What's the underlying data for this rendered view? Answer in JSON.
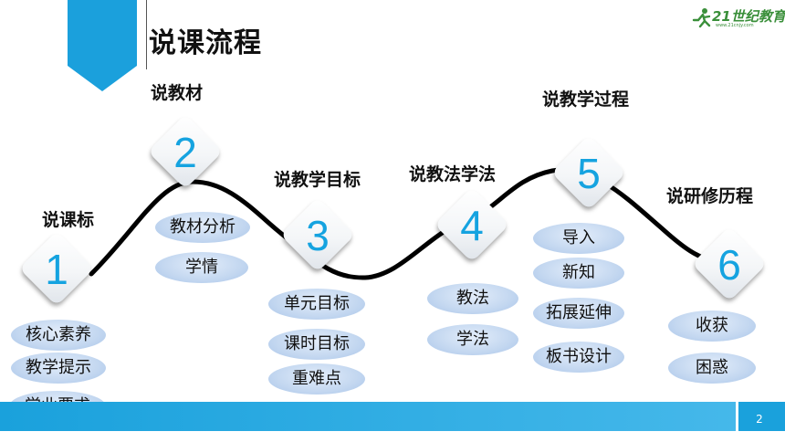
{
  "slide": {
    "title": "说课流程",
    "page_number": "2"
  },
  "logo": {
    "text": "21世纪教育",
    "url": "www.21cnjy.com"
  },
  "steps": [
    {
      "number": "1",
      "heading": "说课标",
      "items": [
        "核心素养",
        "教学提示",
        "学业要求"
      ]
    },
    {
      "number": "2",
      "heading": "说教材",
      "items": [
        "教材分析",
        "学情"
      ]
    },
    {
      "number": "3",
      "heading": "说教学目标",
      "items": [
        "单元目标",
        "课时目标",
        "重难点"
      ]
    },
    {
      "number": "4",
      "heading": "说教法学法",
      "items": [
        "教法",
        "学法"
      ]
    },
    {
      "number": "5",
      "heading": "说教学过程",
      "items": [
        "导入",
        "新知",
        "拓展延伸",
        "板书设计"
      ]
    },
    {
      "number": "6",
      "heading": "说研修历程",
      "items": [
        "收获",
        "困惑"
      ]
    }
  ],
  "colors": {
    "accent": "#1aa1dc",
    "number": "#15a3e0",
    "pill": "#c3d7f0"
  }
}
